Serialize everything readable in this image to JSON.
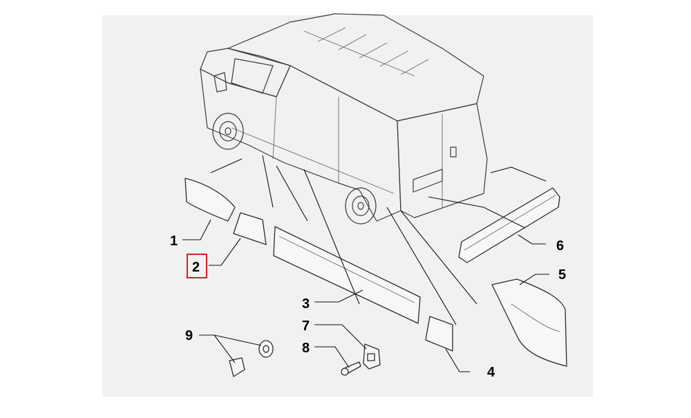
{
  "callouts": [
    {
      "id": "1",
      "label": "1"
    },
    {
      "id": "2",
      "label": "2",
      "highlighted": true
    },
    {
      "id": "3",
      "label": "3"
    },
    {
      "id": "4",
      "label": "4"
    },
    {
      "id": "5",
      "label": "5"
    },
    {
      "id": "6",
      "label": "6"
    },
    {
      "id": "7",
      "label": "7"
    },
    {
      "id": "8",
      "label": "8"
    },
    {
      "id": "9",
      "label": "9"
    }
  ],
  "colors": {
    "highlight": "#d61f26",
    "background_panel": "#f1f1f1",
    "line": "#3a3a3a"
  }
}
